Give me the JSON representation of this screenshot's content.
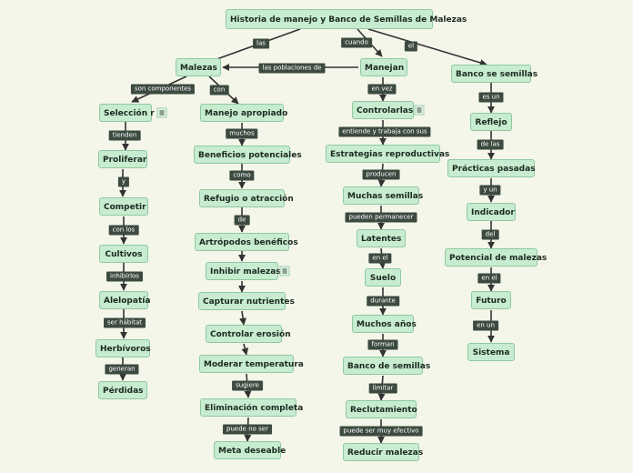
{
  "root": "Historia de manejo y Banco de Semillas de Malezas",
  "nodes": {
    "malezas": "Malezas",
    "manejan": "Manejan",
    "banco_semillas": "Banco se semillas",
    "seleccion": "Selección r",
    "proliferar": "Proliferar",
    "competir": "Competir",
    "cultivos": "Cultivos",
    "alelopatia": "Alelopatía",
    "herbivoros": "Herbívoros",
    "perdidas": "Pérdidas",
    "manejo_apropiado": "Manejo apropiado",
    "beneficios": "Beneficios potenciales",
    "refugio": "Refugio o atracción",
    "artropodos": "Artrópodos benéficos",
    "inhibir": "Inhibir malezas",
    "capturar": "Capturar nutrientes",
    "controlar_erosion": "Controlar erosión",
    "moderar": "Moderar temperatura",
    "eliminacion": "Eliminación completa",
    "meta": "Meta deseable",
    "controlarlas": "Controlarlas",
    "estrategias": "Estrategias reproductivas",
    "muchas_semillas": "Muchas semillas",
    "latentes": "Latentes",
    "suelo": "Suelo",
    "muchos_anos": "Muchos años",
    "banco_de_semillas": "Banco de semillas",
    "reclutamiento": "Reclutamiento",
    "reducir": "Reducir malezas",
    "reflejo": "Reflejo",
    "practicas": "Prácticas pasadas",
    "indicador": "Indicador",
    "potencial": "Potencial de malezas",
    "futuro": "Futuro",
    "sistema": "Sistema"
  },
  "labels": {
    "las": "las",
    "cuando": "cuando",
    "el": "el",
    "las_poblaciones": "las poblaciones de",
    "son_componentes": "son componentes",
    "con": "con",
    "en_vez": "en vez",
    "tienden": "tienden",
    "y": "y",
    "con_los": "con los",
    "inhibirlos": "inhibirlos",
    "ser_habitat": "ser hábitat",
    "generan": "generan",
    "muchos": "muchos",
    "como": "como",
    "de": "de",
    "sugiere": "sugiere",
    "puede_no_ser": "puede no ser",
    "entiende": "entiende y trabaja con sus",
    "producen": "producen",
    "pueden_permanecer": "pueden permanecer",
    "en_el": "en el",
    "durante": "durante",
    "forman": "forman",
    "limitar": "limitar",
    "puede_ser_muy": "puede ser muy efectivo",
    "es_un": "es un",
    "de_las": "de las",
    "y_un": "y un",
    "del": "del",
    "en_el_2": "en el",
    "en_un": "en un"
  },
  "colors": {
    "background": "#f3f6e9",
    "node_fill": "#c7ecd0",
    "node_border": "#8fc99f",
    "label_fill": "#3c4a40",
    "connector": "#333333"
  }
}
